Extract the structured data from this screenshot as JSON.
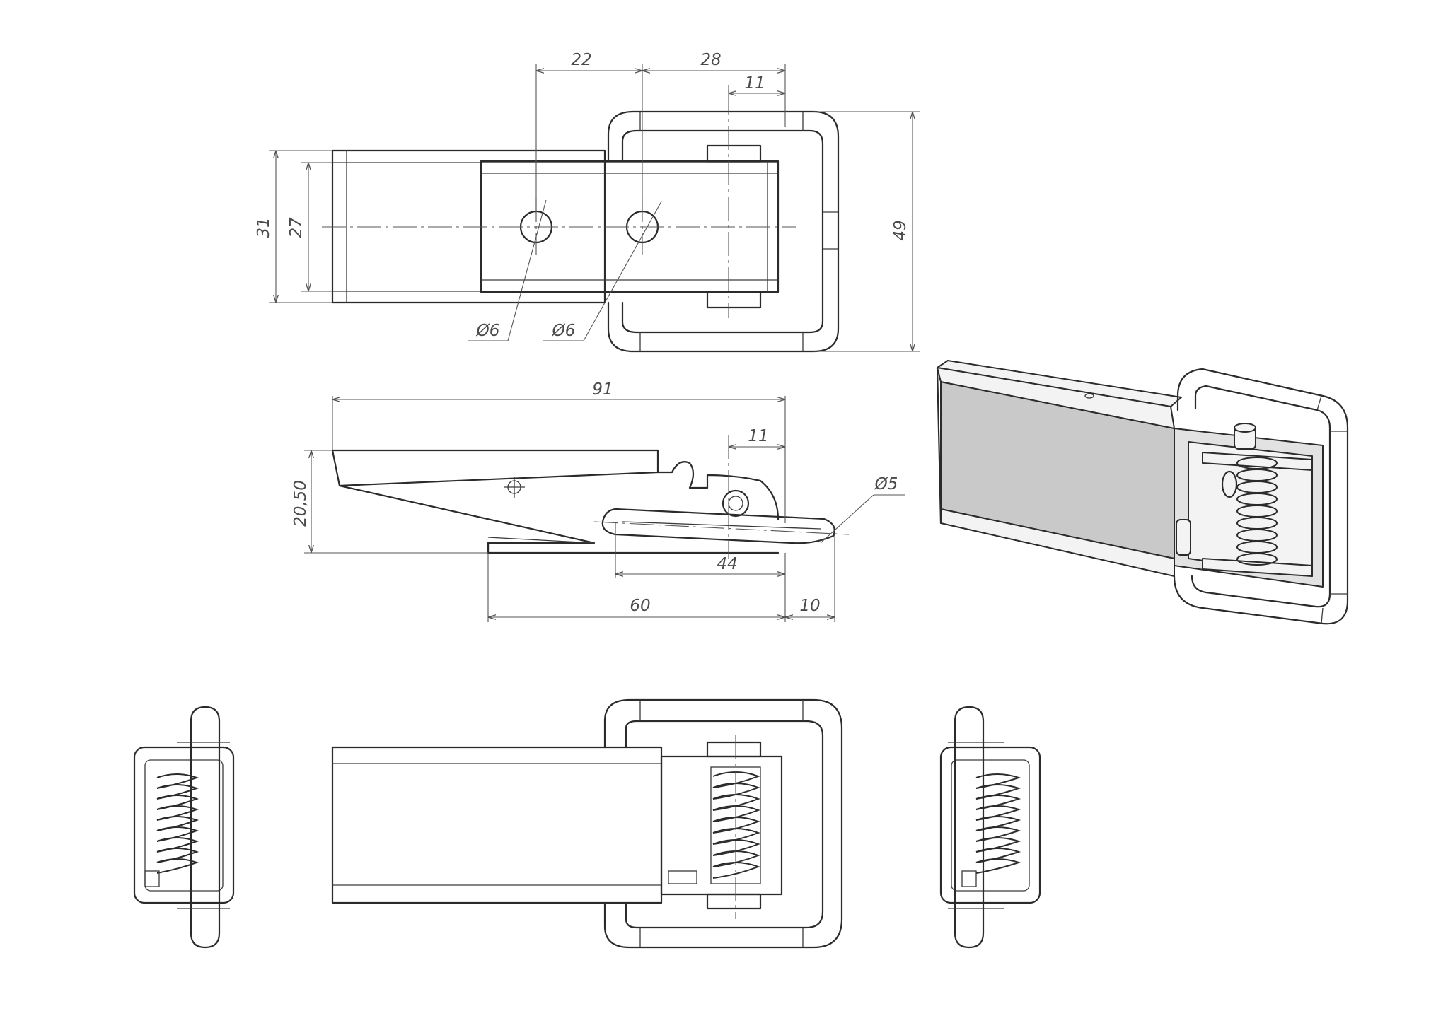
{
  "dimensions": {
    "top_view": {
      "d22": "22",
      "d28": "28",
      "d11": "11",
      "d31": "31",
      "d27": "27",
      "d49": "49",
      "hole1": "Ø6",
      "hole2": "Ø6"
    },
    "side_view": {
      "d91": "91",
      "d11": "11",
      "d20_50": "20,50",
      "d5": "Ø5",
      "d44": "44",
      "d60": "60",
      "d10": "10"
    }
  },
  "colors": {
    "line": "#2b2b2b",
    "dimension": "#555555",
    "shade_dark": "#c9c9c9",
    "shade_light": "#f3f3f3"
  }
}
